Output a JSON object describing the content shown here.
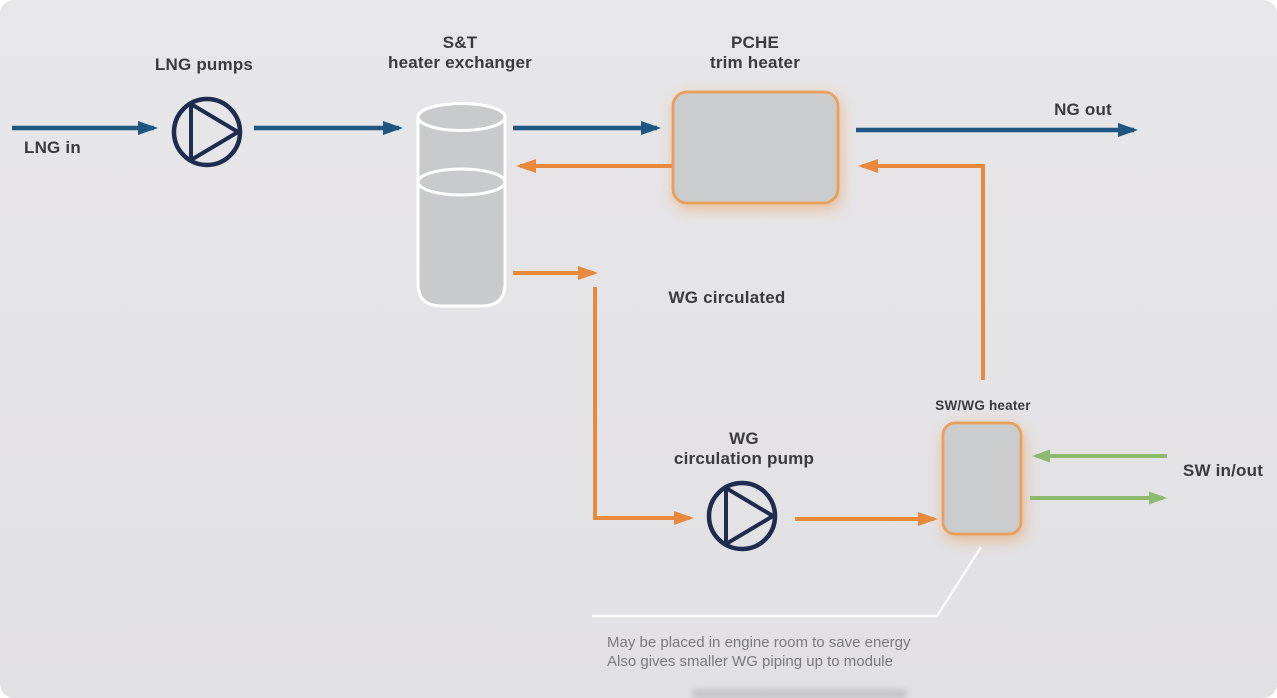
{
  "canvas": {
    "background": "#e4e3e5",
    "colors": {
      "ng_stream_blue": "#1f5581",
      "wg_stream_orange": "#e8893c",
      "sw_stream_green": "#8cba6e",
      "pump_symbol_navy": "#1e2c50",
      "equipment_fill_grey": "#c9cacc",
      "equipment_border_orange": "#e9a05c",
      "vessel_outline_white": "#ffffff",
      "label_text": "#3b3b3d",
      "note_text": "#7a7a7d",
      "callout_line_white": "#fbfbfb"
    }
  },
  "streams": {
    "lng_in": "LNG in",
    "ng_out": "NG out",
    "wg_circulated": "WG circulated",
    "sw_in_out": "SW in/out"
  },
  "equipment": {
    "lng_pumps": {
      "label": "LNG pumps"
    },
    "st_heat_exchanger": {
      "label_line1": "S&T",
      "label_line2": "heater exchanger"
    },
    "pche_trim_heater": {
      "label_line1": "PCHE",
      "label_line2": "trim heater"
    },
    "wg_circulation_pump": {
      "label_line1": "WG",
      "label_line2": "circulation pump"
    },
    "sw_wg_heater": {
      "label": "SW/WG heater"
    }
  },
  "note": {
    "line1": "May be placed in engine room to save energy",
    "line2": "Also gives smaller WG piping up to module"
  }
}
